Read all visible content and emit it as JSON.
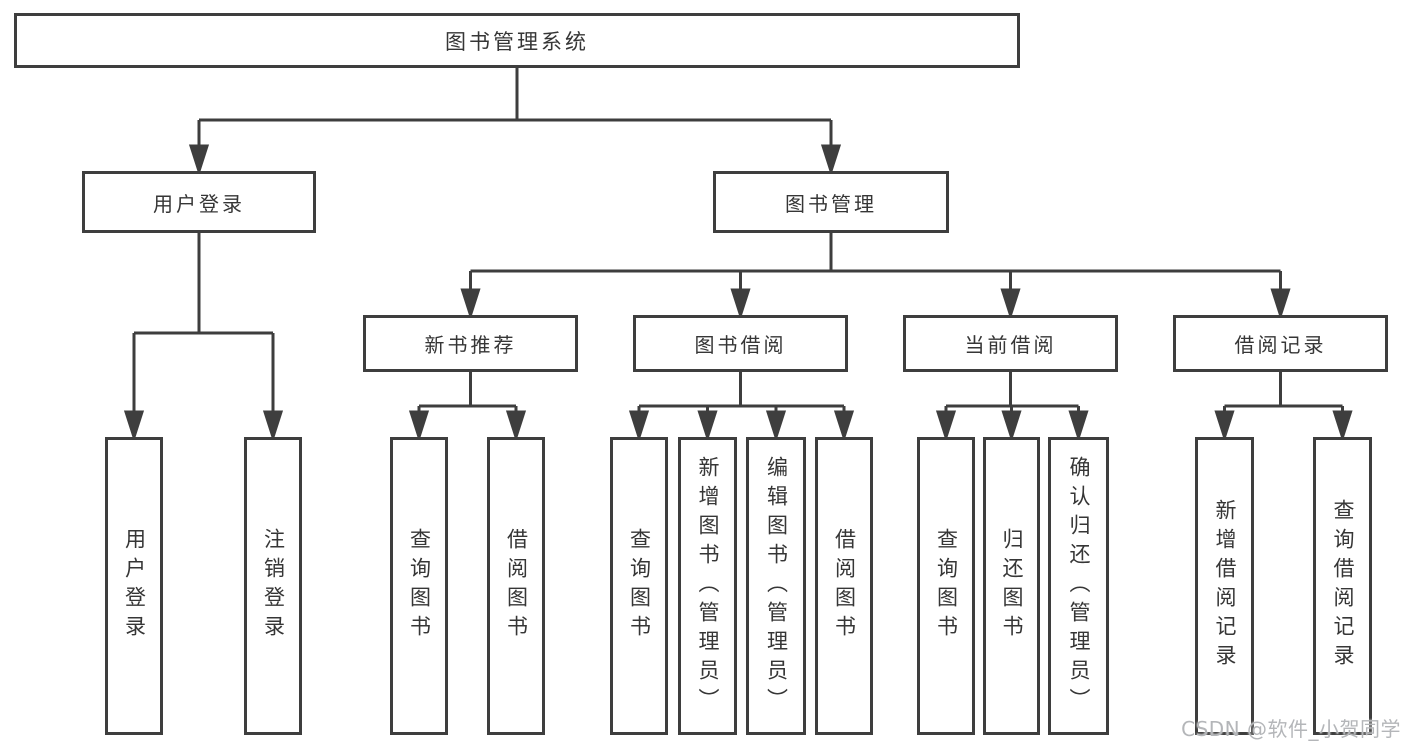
{
  "diagram": {
    "tree": {
      "label": "图书管理系统",
      "children": [
        {
          "label": "用户登录",
          "children": [
            {
              "label": "用户登录"
            },
            {
              "label": "注销登录"
            }
          ]
        },
        {
          "label": "图书管理",
          "children": [
            {
              "label": "新书推荐",
              "children": [
                {
                  "label": "查询图书"
                },
                {
                  "label": "借阅图书"
                }
              ]
            },
            {
              "label": "图书借阅",
              "children": [
                {
                  "label": "查询图书"
                },
                {
                  "label": "新增图书（管理员）"
                },
                {
                  "label": "编辑图书（管理员）"
                },
                {
                  "label": "借阅图书"
                }
              ]
            },
            {
              "label": "当前借阅",
              "children": [
                {
                  "label": "查询图书"
                },
                {
                  "label": "归还图书"
                },
                {
                  "label": "确认归还（管理员）"
                }
              ]
            },
            {
              "label": "借阅记录",
              "children": [
                {
                  "label": "新增借阅记录"
                },
                {
                  "label": "查询借阅记录"
                }
              ]
            }
          ]
        }
      ]
    },
    "colors": {
      "line": "#3e3e3e",
      "text": "#363636",
      "box_background": "#ffffff",
      "watermark": "#b4b6b9"
    }
  },
  "watermark": {
    "text": "CSDN @软件_小贺同学"
  }
}
